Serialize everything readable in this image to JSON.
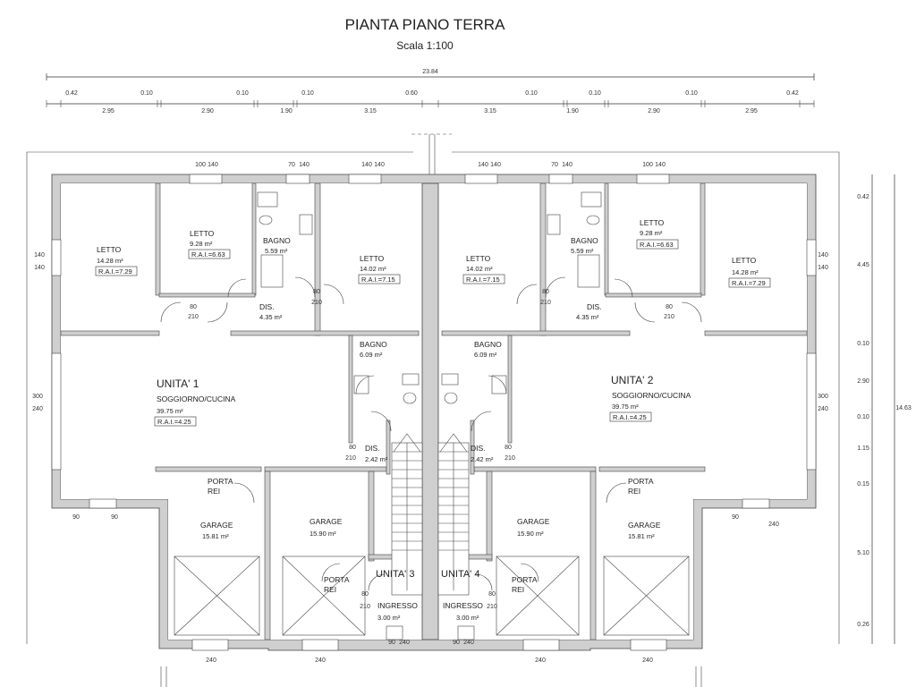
{
  "header": {
    "title": "PIANTA PIANO TERRA",
    "scale": "Scala 1:100"
  },
  "dimensions": {
    "overall": "23.84",
    "top_row": [
      "0.42",
      "0.10",
      "0.10",
      "0.10",
      "0.60",
      "0.10",
      "0.10",
      "0.10",
      "0.42"
    ],
    "bottom_row": [
      "2.95",
      "2.90",
      "1.90",
      "3.15",
      "3.15",
      "1.90",
      "2.90",
      "2.95"
    ],
    "right_side": [
      "0.42",
      "4.45",
      "0.10",
      "2.90",
      "0.10",
      "1.15",
      "0.15",
      "5.10",
      "0.26"
    ],
    "right_total": "14.63"
  },
  "windows": {
    "w140": "140",
    "w100": "100",
    "w70": "70",
    "w300": "300",
    "w240": "240",
    "w90": "90",
    "w80": "80",
    "w210": "210"
  },
  "unit1": {
    "title": "UNITA' 1",
    "letto_big": {
      "name": "LETTO",
      "area": "14.28 m²",
      "rai": "R.A.I.=7.29"
    },
    "letto_small": {
      "name": "LETTO",
      "area": "9.28 m²",
      "rai": "R.A.I.=6.63"
    },
    "bagno1": {
      "name": "BAGNO",
      "area": "5.59 m²"
    },
    "letto_mid": {
      "name": "LETTO",
      "area": "14.02 m²",
      "rai": "R.A.I.=7.15"
    },
    "dis1": {
      "name": "DIS.",
      "area": "4.35 m²"
    },
    "bagno2": {
      "name": "BAGNO",
      "area": "6.09 m²"
    },
    "soggiorno": {
      "name": "SOGGIORNO/CUCINA",
      "area": "39.75 m²",
      "rai": "R.A.I.=4.25"
    },
    "dis2": {
      "name": "DIS.",
      "area": "2.42 m²"
    },
    "porta_rei": [
      "PORTA",
      "REI"
    ],
    "garage_a": {
      "name": "GARAGE",
      "area": "15.81 m²"
    },
    "garage_b": {
      "name": "GARAGE",
      "area": "15.90 m²"
    },
    "porta_rei_2": [
      "PORTA",
      "REI"
    ],
    "ingresso_label": "UNITA' 3",
    "ingresso": {
      "name": "INGRESSO",
      "area": "3.00 m²"
    }
  },
  "unit2": {
    "title": "UNITA' 2",
    "letto_big": {
      "name": "LETTO",
      "area": "14.28 m²",
      "rai": "R.A.I.=7.29"
    },
    "letto_small": {
      "name": "LETTO",
      "area": "9.28 m²",
      "rai": "R.A.I.=6.63"
    },
    "bagno1": {
      "name": "BAGNO",
      "area": "5.59 m²"
    },
    "letto_mid": {
      "name": "LETTO",
      "area": "14.02 m²",
      "rai": "R.A.I.=7.15"
    },
    "dis1": {
      "name": "DIS.",
      "area": "4.35 m²"
    },
    "bagno2": {
      "name": "BAGNO",
      "area": "6.09 m²"
    },
    "soggiorno": {
      "name": "SOGGIORNO/CUCINA",
      "area": "39.75 m²",
      "rai": "R.A.I.=4.25"
    },
    "dis2": {
      "name": "DIS.",
      "area": "2.42 m²"
    },
    "porta_rei": [
      "PORTA",
      "REI"
    ],
    "garage_a": {
      "name": "GARAGE",
      "area": "15.81 m²"
    },
    "garage_b": {
      "name": "GARAGE",
      "area": "15.90 m²"
    },
    "porta_rei_2": [
      "PORTA",
      "REI"
    ],
    "ingresso_label": "UNITA' 4",
    "ingresso": {
      "name": "INGRESSO",
      "area": "3.00 m²"
    }
  }
}
